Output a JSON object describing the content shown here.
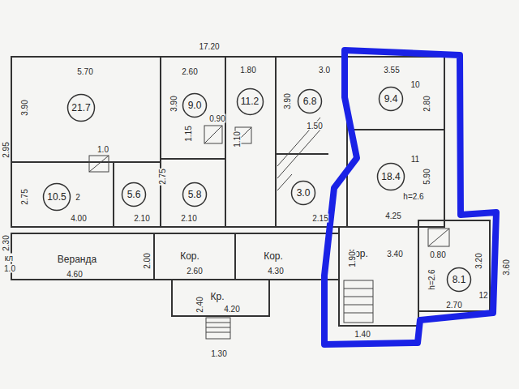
{
  "diagram": {
    "nodes": [
      {
        "text": [
          "21.7"
        ]
      },
      {
        "text": [
          "10.5"
        ]
      },
      {
        "text": [
          "5.6"
        ]
      },
      {
        "text": [
          "9.0"
        ]
      },
      {
        "text": [
          "5.8"
        ]
      },
      {
        "text": [
          "11.2"
        ]
      },
      {
        "text": [
          "6.8"
        ]
      },
      {
        "text": [
          "3.0"
        ]
      },
      {
        "text": [
          "9.4"
        ]
      },
      {
        "text": [
          "18.4"
        ]
      },
      {
        "text": [
          "8.1"
        ]
      }
    ],
    "labels": [
      "17.20",
      "5.70",
      "2.60",
      "1.80",
      "3.0",
      "3.55",
      "3.90",
      "3.90",
      "3.90",
      "2.80",
      "5.90",
      "10",
      "11",
      "h=2.6",
      "1.0",
      "1.15",
      "0.90",
      "1.10",
      "1.50",
      "2.95",
      "2.75",
      "2.75",
      "2",
      "4.00",
      "2.10",
      "2.10",
      "2.15",
      "4.25",
      "2.30",
      "кл",
      "1.0",
      "Веранда",
      "4.60",
      "2.00",
      "Кор.",
      "2.60",
      "Кор.",
      "4.30",
      "Кр.",
      "4.20",
      "2.40",
      "1.30",
      "Кор.",
      "3.40",
      "1.90",
      "1.40",
      "0.80",
      "h=2.6",
      "3.20",
      "12",
      "2.70",
      "3.60"
    ]
  }
}
